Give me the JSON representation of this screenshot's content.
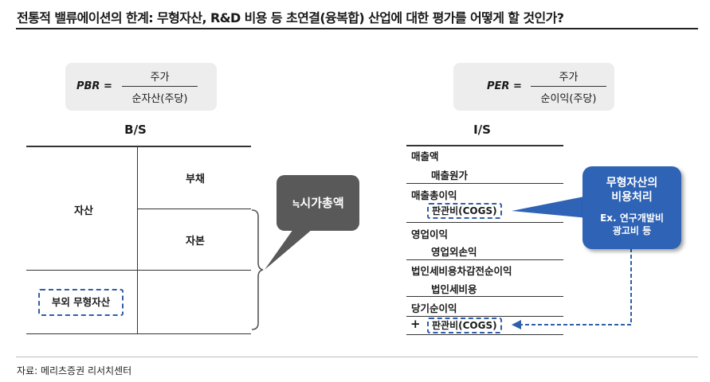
{
  "title": "전통적 밸류에이션의 한계: 무형자산, R&D 비용 등 초연결(융복합) 산업에 대한 평가를 어떻게 할 것인가?",
  "pbr": {
    "label": "PBR =",
    "numerator": "주가",
    "denominator": "순자산(주당)"
  },
  "per": {
    "label": "PER =",
    "numerator": "주가",
    "denominator": "순이익(주당)"
  },
  "bs": {
    "heading": "B/S",
    "asset": "자산",
    "liability": "부채",
    "equity": "자본",
    "offbook_intangible": "부외 무형자산"
  },
  "market_cap_bubble": {
    "prefix": "≒",
    "text": "시가총액"
  },
  "is": {
    "heading": "I/S",
    "items": [
      "매출액",
      "매출원가",
      "매출총이익",
      "판관비(COGS)",
      "영업이익",
      "영업외손익",
      "법인세비용차감전순이익",
      "법인세비용",
      "당기순이익"
    ],
    "plus_sign": "+",
    "added_item": "판관비(COGS)"
  },
  "expense_bubble": {
    "line1": "무형자산의",
    "line2": "비용처리",
    "line3": "Ex. 연구개발비",
    "line4": "광고비 등"
  },
  "source": "자료: 메리츠증권 리서치센터",
  "colors": {
    "accent_blue": "#2e63b5",
    "dash_blue": "#2f5fa8",
    "bubble_gray": "#595959",
    "formula_bg": "#ededed"
  }
}
